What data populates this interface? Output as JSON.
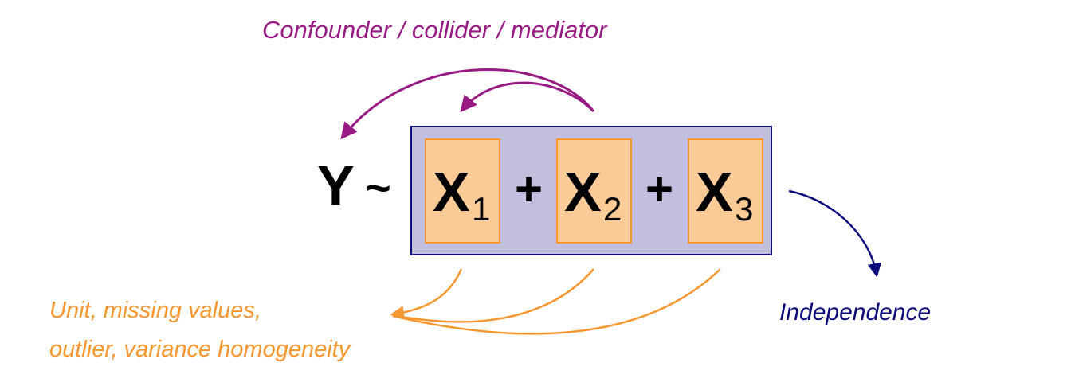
{
  "title_label": "Confounder / collider / mediator",
  "formula": {
    "response": "Y",
    "operator": "~",
    "terms": [
      {
        "symbol": "X",
        "subscript": "1"
      },
      {
        "symbol": "X",
        "subscript": "2"
      },
      {
        "symbol": "X",
        "subscript": "3"
      }
    ],
    "joiners": [
      "+",
      "+"
    ]
  },
  "independence_label": "Independence",
  "variable_checks_label": {
    "line1": "Unit, missing values,",
    "line2": "outlier, variance homogeneity"
  },
  "colors": {
    "purple": "#981b84",
    "navy": "#0c0c7e",
    "orange": "#f5962e",
    "orange_fill": "#fbcb97",
    "lavender_fill": "#c1bfdd"
  },
  "arrows": [
    {
      "name": "confounder-arrow-to-y",
      "from": "X2",
      "to": "Y",
      "color": "purple"
    },
    {
      "name": "confounder-arrow-to-x1",
      "from": "X2",
      "to": "X1",
      "color": "purple"
    },
    {
      "name": "independence-arrow",
      "from": "model",
      "to": "Independence",
      "color": "navy"
    },
    {
      "name": "checks-arrow-x1",
      "from": "X1",
      "to": "variable-checks",
      "color": "orange"
    },
    {
      "name": "checks-arrow-x2",
      "from": "X2",
      "to": "variable-checks",
      "color": "orange"
    },
    {
      "name": "checks-arrow-x3",
      "from": "X3",
      "to": "variable-checks",
      "color": "orange"
    }
  ]
}
